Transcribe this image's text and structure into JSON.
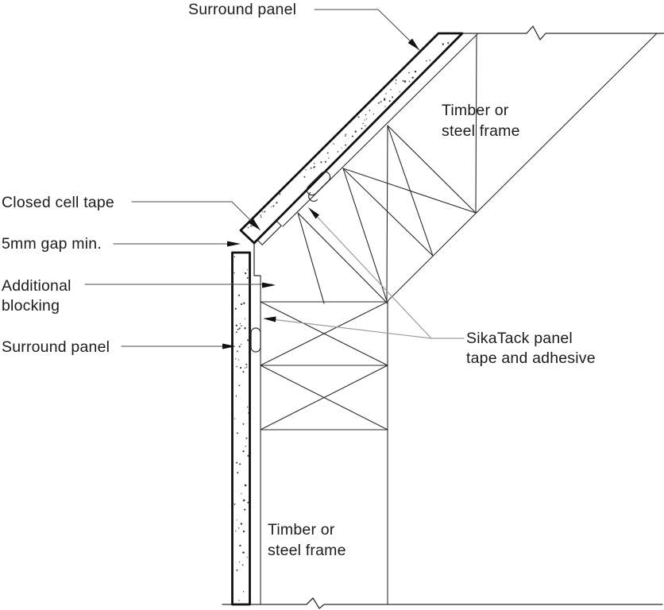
{
  "labels": {
    "surround_panel_top": "Surround panel",
    "closed_cell_tape": "Closed cell tape",
    "gap_min": "5mm gap min.",
    "additional_blocking": {
      "line1": "Additional",
      "line2": "blocking"
    },
    "surround_panel_left": "Surround panel",
    "sikatack": {
      "line1": "SikaTack panel",
      "line2": "tape and adhesive"
    },
    "timber_frame_upper": {
      "line1": "Timber or",
      "line2": "steel frame"
    },
    "timber_frame_lower": {
      "line1": "Timber or",
      "line2": "steel frame"
    }
  },
  "colors": {
    "background": "#ffffff",
    "drawing_line": "#2b2b2b",
    "panel_outline": "#111111",
    "leader_line": "#4a4a4a",
    "leader_line_gray": "#9b9b9b",
    "arrowhead": "#111111",
    "text": "#1c1c1c",
    "stipple": "#3a3a3a"
  }
}
